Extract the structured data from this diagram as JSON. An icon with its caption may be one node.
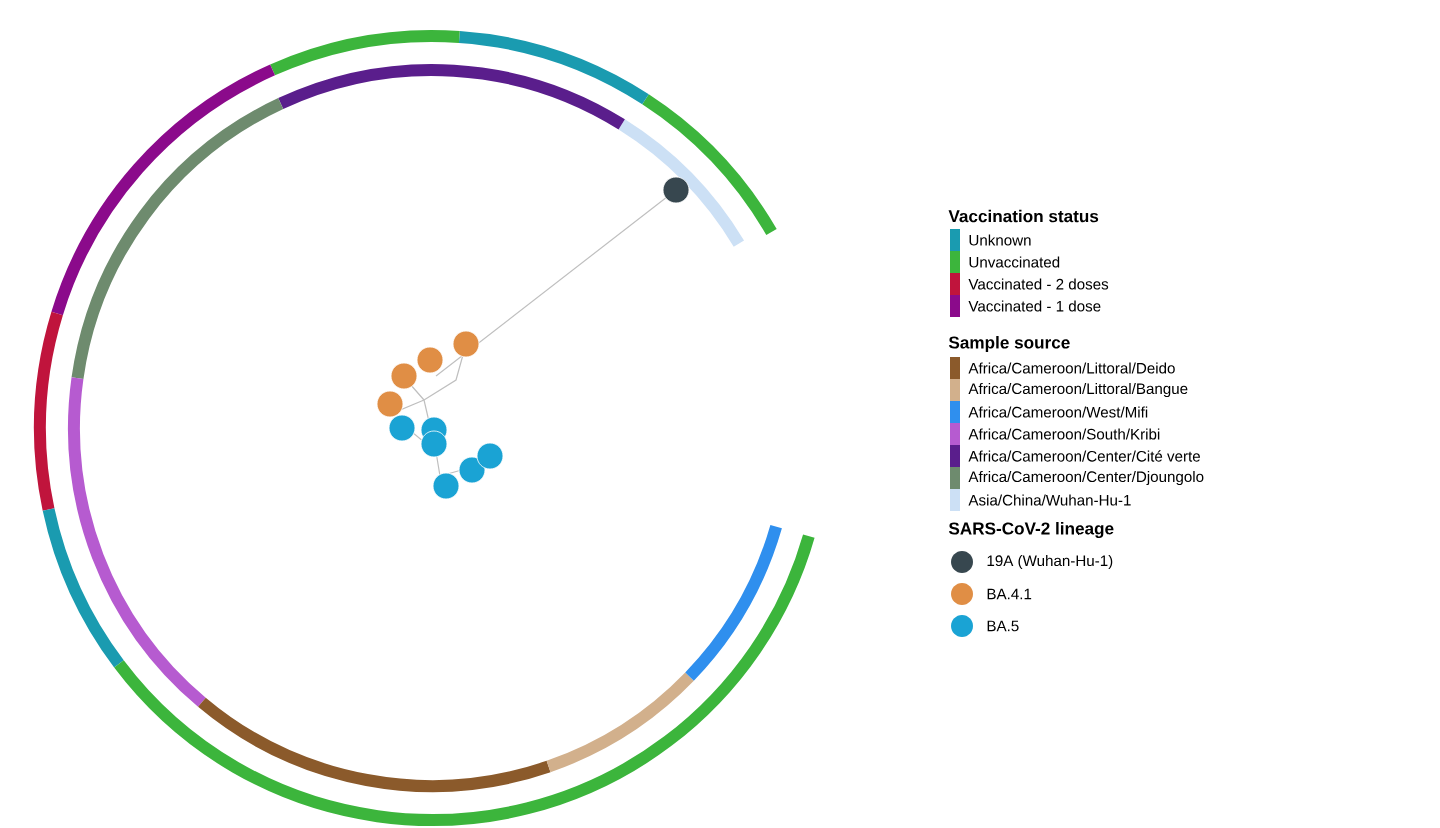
{
  "diagram": {
    "labels": [
      "Vaccination status",
      "Sample source",
      "SARS-CoV-2 lineage"
    ],
    "legend": [
      {
        "text": "Unknown",
        "color": "#1a9bb0"
      },
      {
        "text": "Unvaccinated",
        "color": "#3cb53c"
      },
      {
        "text": "Vaccinated - 2 doses",
        "color": "#c0143c"
      },
      {
        "text": "Vaccinated - 1 dose",
        "color": "#8b0a8b"
      },
      {
        "text": "Africa/Cameroon/Littoral/Deido",
        "color": "#8b5a2b"
      },
      {
        "text": "Africa/Cameroon/Littoral/Bangue",
        "color": "#d2b08c"
      },
      {
        "text": "Africa/Cameroon/West/Mifi",
        "color": "#2f8fee"
      },
      {
        "text": "Africa/Cameroon/South/Kribi",
        "color": "#b65bd0"
      },
      {
        "text": "Africa/Cameroon/Center/Cité verte",
        "color": "#5a1e8c"
      },
      {
        "text": "Africa/Cameroon/Center/Djoungolo",
        "color": "#6e8b6e"
      },
      {
        "text": "Asia/China/Wuhan-Hu-1",
        "color": "#cce0f5"
      },
      {
        "text": "19A (Wuhan-Hu-1)",
        "color": "#37474f"
      },
      {
        "text": "BA.4.1",
        "color": "#e08e45"
      },
      {
        "text": "BA.5",
        "color": "#1aa3d4"
      }
    ]
  }
}
